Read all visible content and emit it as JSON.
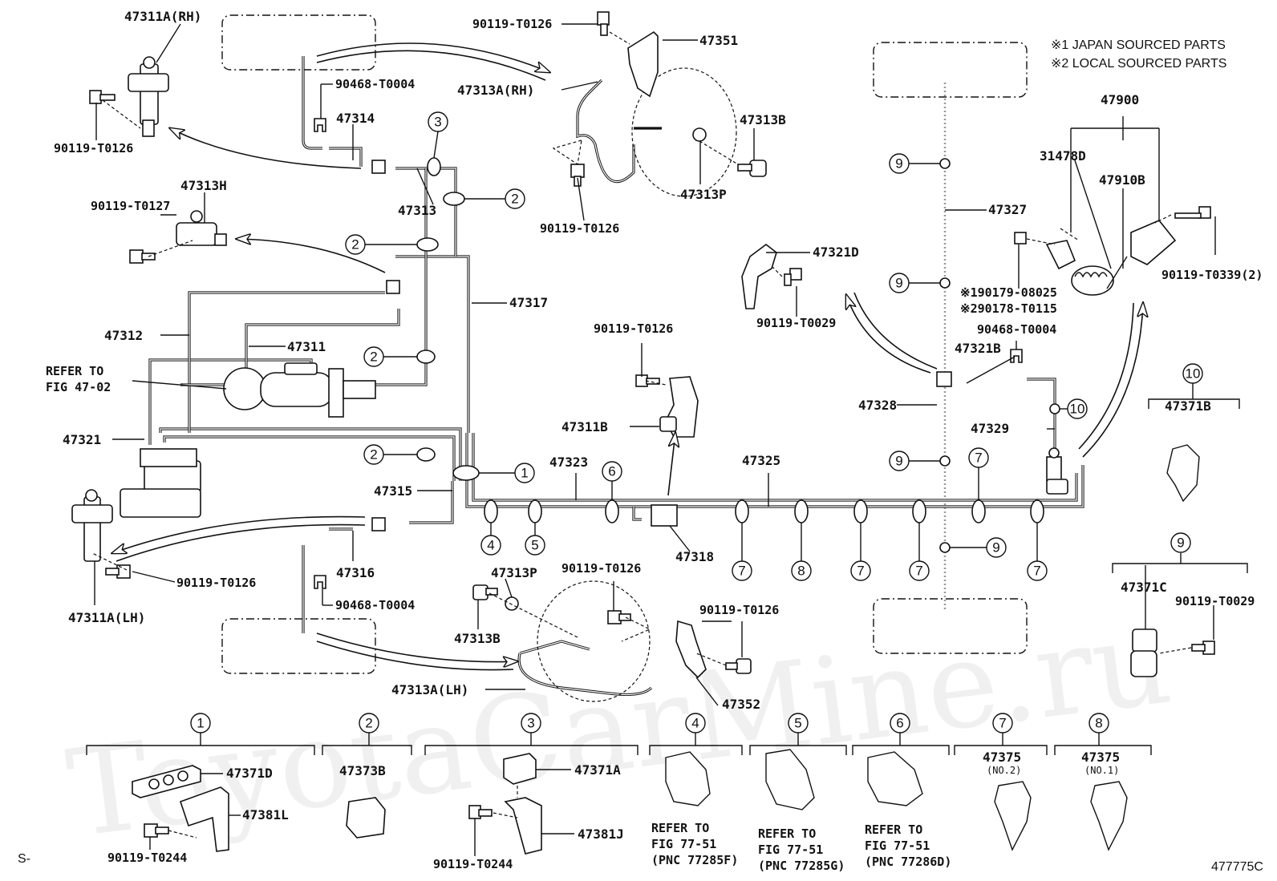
{
  "notes": [
    "※1 JAPAN SOURCED PARTS",
    "※2 LOCAL SOURCED PARTS"
  ],
  "watermark": "ToyotaCarMine.ru",
  "footer": {
    "left": "S-",
    "right": "477775C"
  },
  "labels": {
    "p47311A_RH": "47311A(RH)",
    "p90119_T0126_a": "90119-T0126",
    "p90119_T0126_b": "90119-T0126",
    "p47351": "47351",
    "p47313A_RH": "47313A(RH)",
    "p90468_T0004_a": "90468-T0004",
    "p47314": "47314",
    "p90119_T0126_c": "90119-T0126",
    "p47313B_top": "47313B",
    "p47313H": "47313H",
    "p90119_T0127": "90119-T0127",
    "p47313": "47313",
    "p47313P_top": "47313P",
    "p90119_T0126_d": "90119-T0126",
    "p47317": "47317",
    "p47312": "47312",
    "p47311": "47311",
    "refer_fig_47_1": "REFER TO",
    "refer_fig_47_2": "FIG 47-02",
    "p47321": "47321",
    "p47315": "47315",
    "p47311A_LH": "47311A(LH)",
    "p90119_T0126_e": "90119-T0126",
    "p47316": "47316",
    "p90468_T0004_b": "90468-T0004",
    "p47313P_bot": "47313P",
    "p90119_T0126_f": "90119-T0126",
    "p47313B_bot": "47313B",
    "p47313A_LH": "47313A(LH)",
    "p90119_T0126_g": "90119-T0126",
    "p47352": "47352",
    "p90119_T0126_h": "90119-T0126",
    "p47311B": "47311B",
    "p47323": "47323",
    "p47325": "47325",
    "p47318": "47318",
    "p47321D": "47321D",
    "p90119_T0029_a": "90119-T0029",
    "p47327": "47327",
    "p47328": "47328",
    "p47321B": "47321B",
    "p90468_T0004_c": "90468-T0004",
    "p47329": "47329",
    "p47900": "47900",
    "p31478D": "31478D",
    "p47910B": "47910B",
    "p90119_T0339": "90119-T0339(2)",
    "p190179": "※190179-08025",
    "p290178": "※290178-T0115",
    "p47371B": "47371B",
    "p47371C": "47371C",
    "p90119_T0029_b": "90119-T0029",
    "p47371D": "47371D",
    "p47381L": "47381L",
    "p90119_T0244_a": "90119-T0244",
    "p47373B": "47373B",
    "p47371A": "47371A",
    "p47381J": "47381J",
    "p90119_T0244_b": "90119-T0244",
    "ref4_1": "REFER TO",
    "ref4_2": "FIG 77-51",
    "ref4_3": "(PNC 77285F)",
    "ref5_1": "REFER TO",
    "ref5_2": "FIG 77-51",
    "ref5_3": "(PNC 77285G)",
    "ref6_1": "REFER TO",
    "ref6_2": "FIG 77-51",
    "ref6_3": "(PNC 77286D)",
    "p47375_no2": "47375",
    "no2": "(NO.2)",
    "p47375_no1": "47375",
    "no1": "(NO.1)"
  },
  "callouts": [
    "1",
    "2",
    "3",
    "4",
    "5",
    "6",
    "7",
    "8",
    "9",
    "10"
  ]
}
